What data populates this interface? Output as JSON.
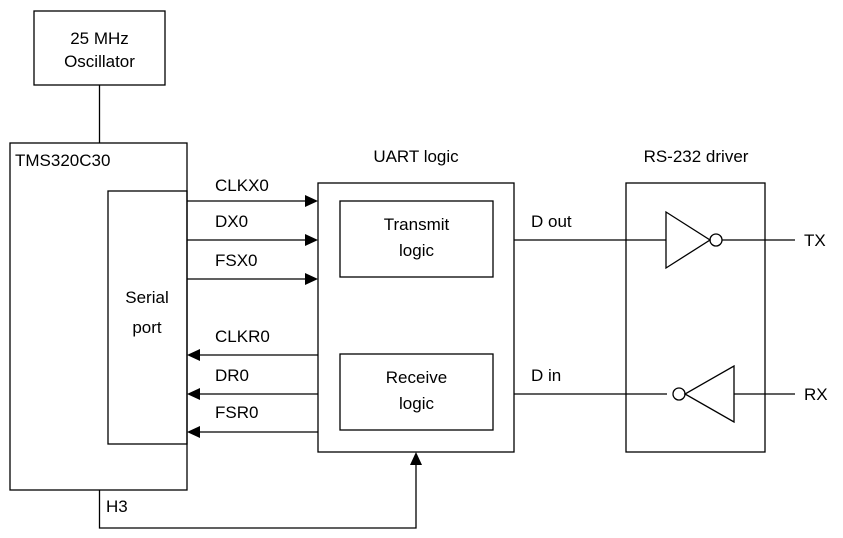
{
  "oscillator": {
    "line1": "25 MHz",
    "line2": "Oscillator"
  },
  "dsp": {
    "label": "TMS320C30",
    "serial_line1": "Serial",
    "serial_line2": "port",
    "h3_label": "H3"
  },
  "signals": {
    "clkx0": "CLKX0",
    "dx0": "DX0",
    "fsx0": "FSX0",
    "clkr0": "CLKR0",
    "dr0": "DR0",
    "fsr0": "FSR0"
  },
  "uart": {
    "label": "UART logic",
    "transmit_line1": "Transmit",
    "transmit_line2": "logic",
    "receive_line1": "Receive",
    "receive_line2": "logic"
  },
  "rs232": {
    "label": "RS-232 driver"
  },
  "lines": {
    "d_out": "D out",
    "d_in": "D in",
    "tx": "TX",
    "rx": "RX"
  }
}
